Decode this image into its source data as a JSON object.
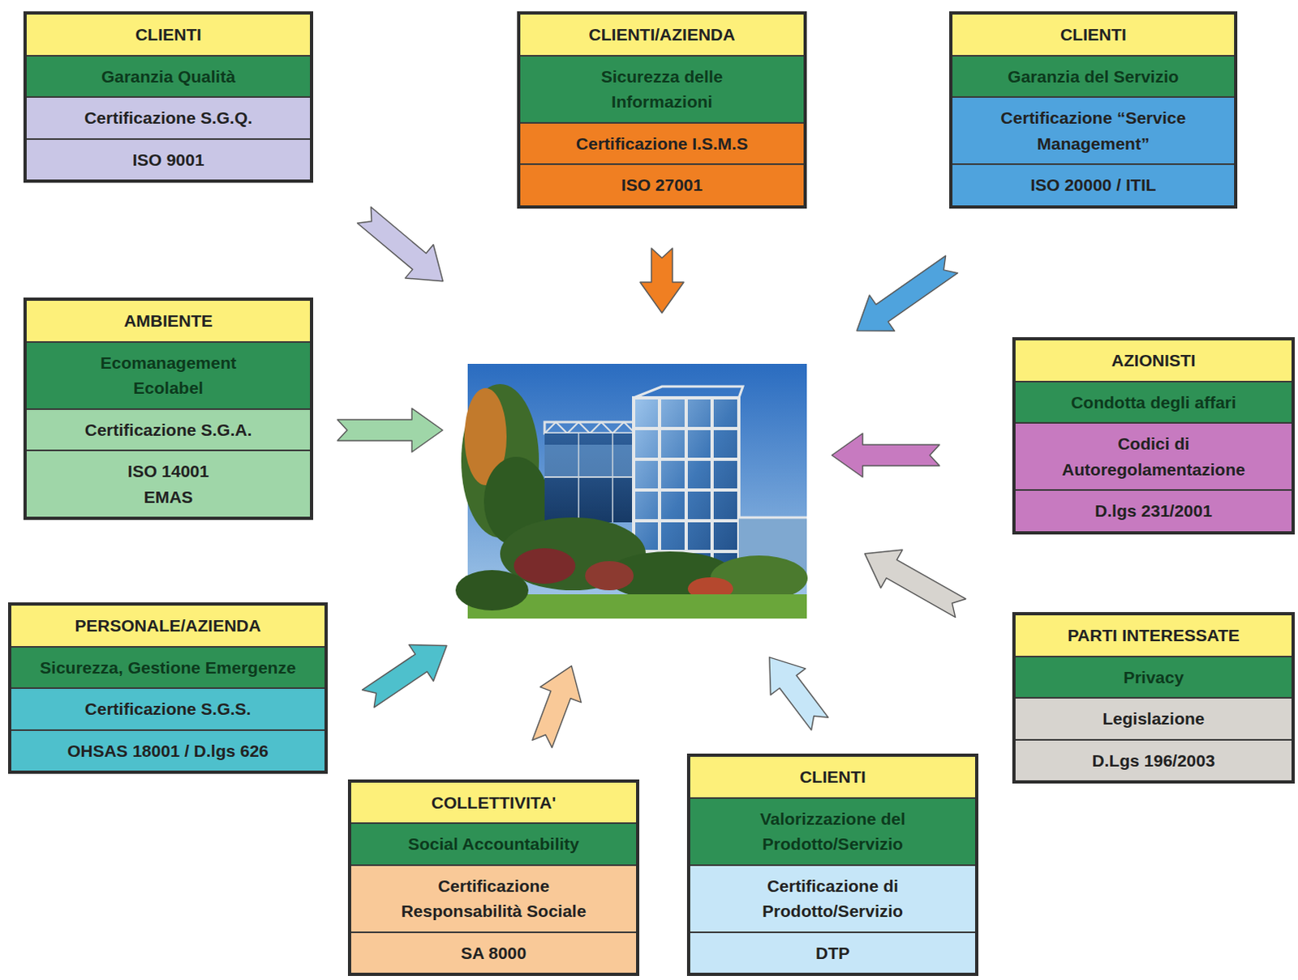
{
  "diagram": {
    "nodes": [
      {
        "text": [
          "CLIENTI",
          "Garanzia Qualità",
          "Certificazione S.G.Q.",
          "ISO 9001"
        ]
      },
      {
        "text": [
          "CLIENTI/AZIENDA",
          "Sicurezza delle Informazioni",
          "Certificazione I.S.M.S",
          "ISO 27001"
        ]
      },
      {
        "text": [
          "CLIENTI",
          "Garanzia del Servizio",
          "Certificazione “Service Management”",
          "ISO 20000 / ITIL"
        ]
      },
      {
        "text": [
          "AMBIENTE",
          "Ecomanagement Ecolabel",
          "Certificazione S.G.A.",
          "ISO 14001 EMAS"
        ]
      },
      {
        "text": [
          "AZIONISTI",
          "Condotta degli affari",
          "Codici di Autoregolamentazione",
          "D.lgs 231/2001"
        ]
      },
      {
        "text": [
          "PERSONALE/AZIENDA",
          "Sicurezza, Gestione Emergenze",
          "Certificazione S.G.S.",
          "OHSAS 18001 / D.lgs 626"
        ]
      },
      {
        "text": [
          "PARTI INTERESSATE",
          "Privacy",
          "Legislazione",
          "D.Lgs 196/2003"
        ]
      },
      {
        "text": [
          "COLLETTIVITA'",
          "Social Accountability",
          "Certificazione Responsabilità Sociale",
          "SA 8000"
        ]
      },
      {
        "text": [
          "CLIENTI",
          "Valorizzazione del Prodotto/Servizio",
          "Certificazione di Prodotto/Servizio",
          "DTP"
        ]
      }
    ]
  }
}
